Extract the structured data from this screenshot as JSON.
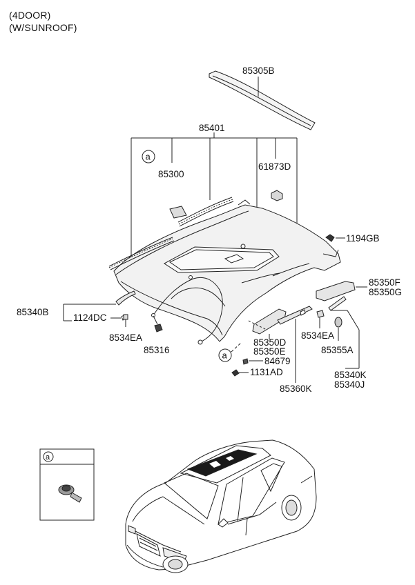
{
  "header": {
    "line1": "(4DOOR)",
    "line2": "(W/SUNROOF)"
  },
  "callout": "a",
  "parts": {
    "p85305B": "85305B",
    "p85401": "85401",
    "p85300": "85300",
    "p61873D": "61873D",
    "p1194GB": "1194GB",
    "p85350F": "85350F",
    "p85350G": "85350G",
    "p85340B": "85340B",
    "p1124DC": "1124DC",
    "p8534EA_left": "8534EA",
    "p85316": "85316",
    "p85350D": "85350D",
    "p85350E": "85350E",
    "p8534EA_right": "8534EA",
    "p85355A": "85355A",
    "p84679": "84679",
    "p1131AD": "1131AD",
    "p85340K": "85340K",
    "p85340J": "85340J",
    "p85360K": "85360K"
  },
  "colors": {
    "line": "#222222",
    "headliner_fill": "#f2f2f2",
    "sunroof_fill": "#111111"
  }
}
